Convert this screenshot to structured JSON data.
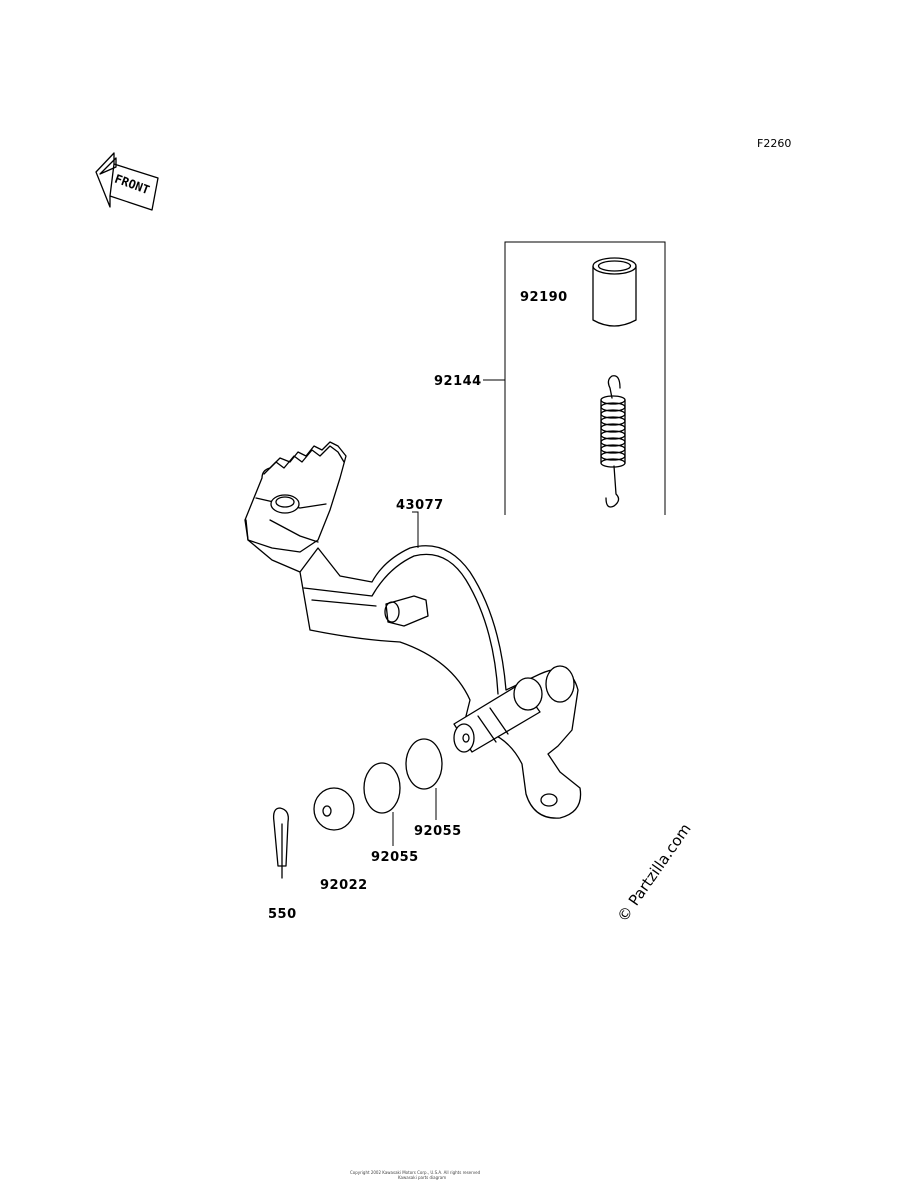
{
  "figure_id": "F2260",
  "front_label": "FRONT",
  "watermark": "© Partzilla.com",
  "footer_line1": "Copyright 2002 Kawasaki Motors Corp., U.S.A. All rights reserved",
  "footer_line2": "Kawasaki parts diagram",
  "parts": [
    {
      "number": "92190"
    },
    {
      "number": "92144"
    },
    {
      "number": "43077"
    },
    {
      "number": "92055"
    },
    {
      "number": "92055"
    },
    {
      "number": "92022"
    },
    {
      "number": "550"
    }
  ]
}
